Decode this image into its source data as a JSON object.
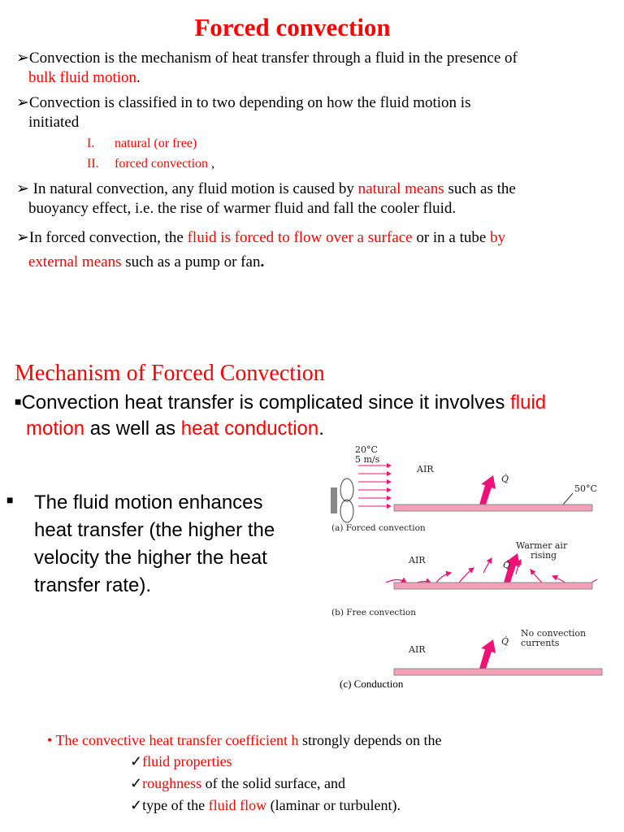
{
  "title": "Forced convection",
  "bullets": {
    "b1": {
      "pre": "Convection is the mechanism of heat transfer through a fluid in the presence of",
      "red": "bulk fluid motion",
      "post": "."
    },
    "b2": {
      "line1": "Convection is classified in to two depending on how the fluid motion is",
      "line2": "initiated"
    },
    "types": [
      {
        "num": "I.",
        "label": "natural (or free)",
        "suffix": ""
      },
      {
        "num": "II.",
        "label": "forced convection",
        "suffix": " ,"
      }
    ],
    "b3": {
      "pre": " In natural convection, any fluid motion is caused by ",
      "red": "natural means",
      "post": " such as the",
      "line2": "buoyancy effect, i.e. the rise of warmer fluid and fall the cooler fluid."
    },
    "b4": {
      "pre": "In forced convection, the ",
      "red1": "fluid is forced to flow over a surface",
      "mid": " or in a tube ",
      "red2a": "by",
      "red2b": "external means",
      "post": " such as a pump or fan",
      "end": "."
    }
  },
  "section": {
    "heading": "Mechanism of Forced Convection",
    "s1": {
      "pre": "Convection heat transfer is complicated since it involves ",
      "red1a": "fluid",
      "red1b": "motion",
      "mid": " as well as ",
      "red2": "heat conduction",
      "post": "."
    },
    "s2": {
      "line1": "The fluid motion enhances",
      "line2": "heat  transfer (the higher the",
      "line3": "velocity the higher the heat",
      "line4": "transfer rate)."
    }
  },
  "figure": {
    "a_temp": "20°C",
    "a_speed": "5 m/s",
    "air": "AIR",
    "q": "Q̇",
    "surface_temp": "50°C",
    "a_caption": "(a) Forced convection",
    "b_label1": "Warmer air",
    "b_label2": "rising",
    "b_caption": "(b) Free convection",
    "c_label1": "No convection",
    "c_label2": "currents",
    "c_caption": "(c) Conduction"
  },
  "coefficient": {
    "red": "The convective heat transfer coefficient h",
    "post": " strongly depends on the",
    "items": [
      {
        "red": "fluid properties",
        "post": ""
      },
      {
        "red": "roughness",
        "post": " of the solid surface, and"
      },
      {
        "pre": "type of the ",
        "red": "fluid flow",
        "post": " (laminar or turbulent)."
      }
    ]
  },
  "colors": {
    "accent": "#ff0000",
    "arrow": "#ee1177",
    "plate": "#f4a0b8"
  }
}
